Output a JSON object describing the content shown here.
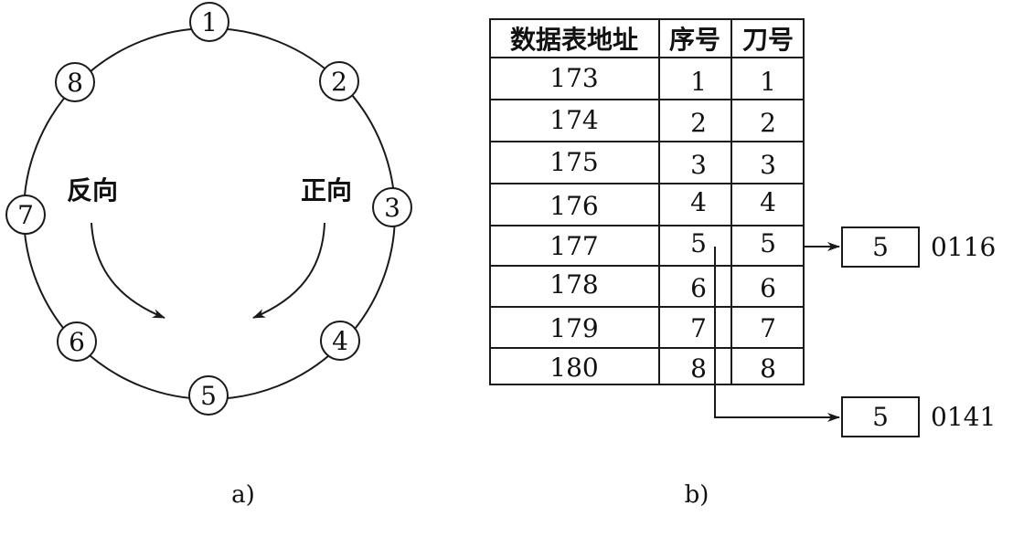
{
  "figure_a": {
    "positions": [
      "1",
      "2",
      "3",
      "4",
      "5",
      "6",
      "7",
      "8"
    ],
    "label_reverse": "反向",
    "label_forward": "正向",
    "caption": "a)"
  },
  "figure_b": {
    "headers": [
      "数据表地址",
      "序号",
      "刀号"
    ],
    "rows": [
      [
        "173",
        "1",
        "1"
      ],
      [
        "174",
        "2",
        "2"
      ],
      [
        "175",
        "3",
        "3"
      ],
      [
        "176",
        "4",
        "4"
      ],
      [
        "177",
        "5",
        "5"
      ],
      [
        "178",
        "6",
        "6"
      ],
      [
        "179",
        "7",
        "7"
      ],
      [
        "180",
        "8",
        "8"
      ]
    ],
    "output_top": {
      "value": "5",
      "code": "0116"
    },
    "output_bottom": {
      "value": "5",
      "code": "0141"
    },
    "caption": "b)"
  }
}
